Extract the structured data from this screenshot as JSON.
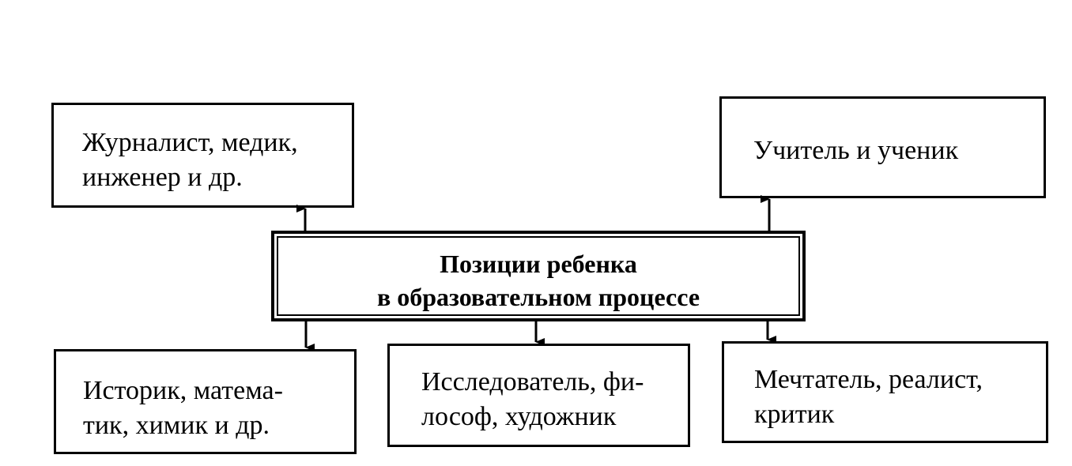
{
  "center": {
    "line1": "Позиции ребенка",
    "line2": "в образовательном процессе"
  },
  "boxes": {
    "top_left": {
      "line1": "Журналист, медик,",
      "line2": "инженер и др."
    },
    "top_right": {
      "line1": "Учитель и ученик"
    },
    "bottom_left": {
      "line1": "Историк,  матема-",
      "line2": "тик, химик и др."
    },
    "bottom_middle": {
      "line1": "Исследователь, фи-",
      "line2": "лософ, художник"
    },
    "bottom_right": {
      "line1": "Мечтатель, реалист,",
      "line2": "критик"
    }
  }
}
